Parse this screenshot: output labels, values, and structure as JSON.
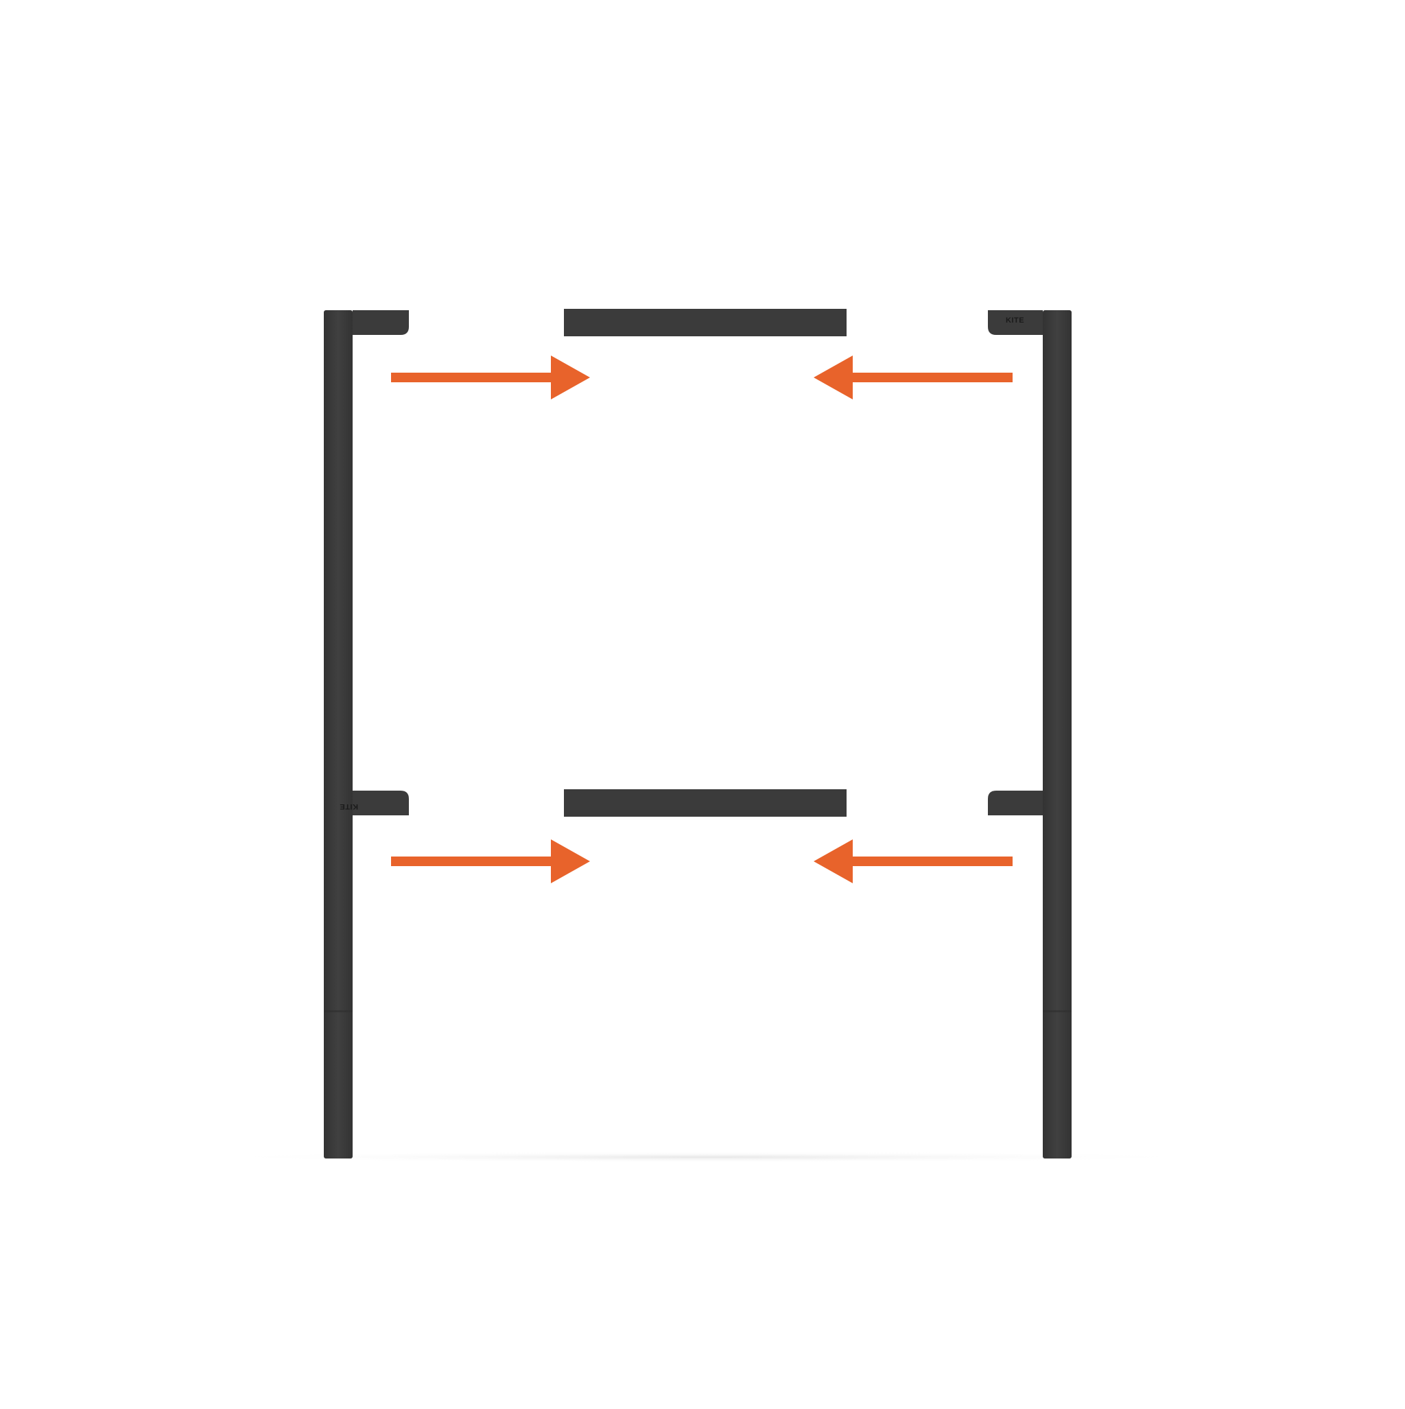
{
  "diagram": {
    "colors": {
      "background": "#ffffff",
      "frame": "#3b3b3b",
      "frame_shade": "#2f2f2f",
      "frame_highlight": "#474747",
      "arrow": "#e8632b",
      "ground_shadow": "#e9e9e9",
      "brand_mark": "#1a1a1a"
    },
    "parts": {
      "posts": [
        "left-post",
        "right-post"
      ],
      "brackets": [
        "left-upper-bracket",
        "right-upper-bracket",
        "left-lower-bracket",
        "right-lower-bracket"
      ],
      "crossbars": [
        "upper-crossbar",
        "lower-crossbar"
      ]
    },
    "brand_marks": {
      "right_upper": "KITE",
      "left_lower": "KITE"
    },
    "arrows": [
      {
        "name": "upper-left-arrow",
        "direction": "right",
        "icon": "arrow-right-icon"
      },
      {
        "name": "upper-right-arrow",
        "direction": "left",
        "icon": "arrow-left-icon"
      },
      {
        "name": "lower-left-arrow",
        "direction": "right",
        "icon": "arrow-right-icon"
      },
      {
        "name": "lower-right-arrow",
        "direction": "left",
        "icon": "arrow-left-icon"
      }
    ]
  }
}
